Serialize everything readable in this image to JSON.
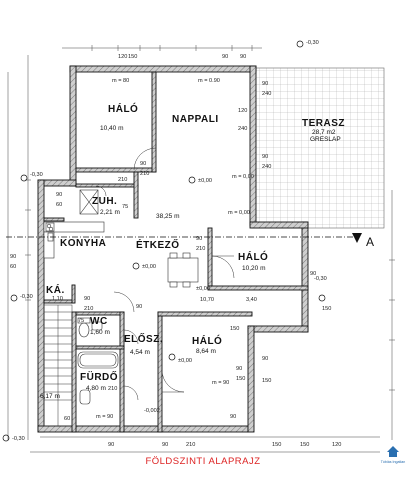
{
  "title": "FÖLDSZINTI ALAPRAJZ",
  "logo_text": "Tóbiás Ingatlan",
  "section_mark": "A",
  "rooms": {
    "halo1": {
      "name": "HÁLÓ",
      "area": "10,40 m"
    },
    "nappali": {
      "name": "NAPPALI",
      "area": "38,25 m"
    },
    "terasz": {
      "name": "TERASZ",
      "area": "28,7 m2",
      "note": "GRESLAP"
    },
    "zuh": {
      "name": "ZUH.",
      "area": "2,21 m"
    },
    "konyha": {
      "name": "KONYHA"
    },
    "etkezo": {
      "name": "ÉTKEZŐ"
    },
    "halo2": {
      "name": "HÁLÓ",
      "area": "10,20 m"
    },
    "ka": {
      "name": "KÁ."
    },
    "wc": {
      "name": "WC",
      "area": "1,60 m"
    },
    "elosz": {
      "name": "ELŐSZ.",
      "area": "4,54 m"
    },
    "halo3": {
      "name": "HÁLÓ",
      "area": "8,64 m"
    },
    "furdo": {
      "name": "FÜRDŐ",
      "area": "4,80 m"
    },
    "stair": {
      "area": "6,17 m"
    }
  },
  "levels": {
    "l1": "-0,30",
    "l2": "±0,00",
    "l3": "-0,30",
    "l4": "±0,00",
    "l5": "±0,00",
    "l6": "±0,00",
    "l7": "-0,30",
    "l8": "-0,30",
    "l9": "-0,002",
    "l10": "-0,30"
  },
  "dims": {
    "d120": "120",
    "d150": "150",
    "d90a": "90",
    "d90b": "90",
    "m80": "m = 80",
    "m90a": "m = 90",
    "m90b": "m = 0.90",
    "d240a": "240",
    "d240b": "240",
    "d120b": "120",
    "m000a": "m = 0,00",
    "m000b": "m = 0,00",
    "d90c": "90",
    "d210a": "210",
    "d90d": "90",
    "d210b": "210",
    "d90e": "90",
    "d210c": "210",
    "d75": "75",
    "d210d": "210",
    "d90f": "90",
    "d60": "60",
    "d90g": "90",
    "d60b": "60",
    "d90h": "90",
    "d210e": "210",
    "d120c": "120",
    "d90i": "90",
    "d150b": "150",
    "d90j": "90",
    "d210f": "210",
    "d150c": "150",
    "d90k": "90",
    "d150d": "150",
    "d75b": "75",
    "d210g": "210",
    "d90l": "90",
    "d150e": "150",
    "m90c": "m = 90",
    "d60c": "60",
    "d90m": "90",
    "d210h": "210",
    "d110": "1,10",
    "d340": "3,40",
    "d1070": "10,70",
    "d90n": "90",
    "d120d": "120",
    "d150f": "150",
    "d90o": "90",
    "d210i": "210",
    "d150g": "150",
    "d90p": "90"
  }
}
